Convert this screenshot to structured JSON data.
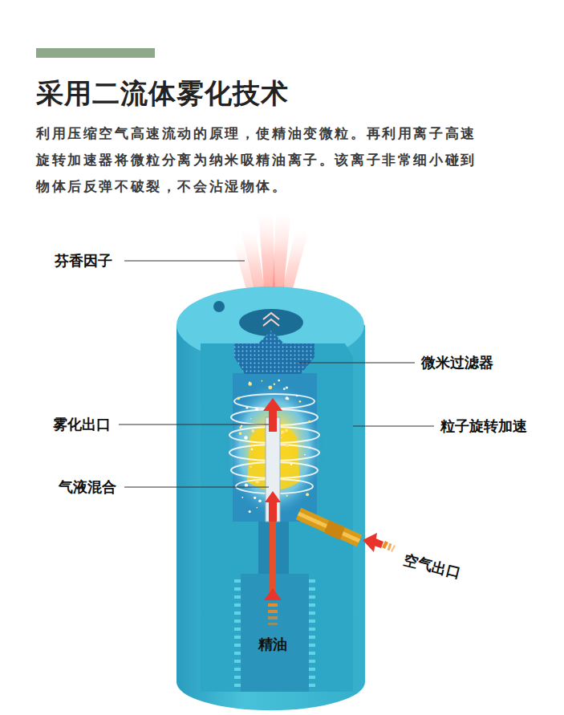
{
  "diagram": {
    "title": "采用二流体雾化技术",
    "labels": [
      "利用压缩空气高速流动的原理，使精油变微粒。再利用离子高速 旋转加速器将微粒分离为纳米吸精油离子。该离子非常细小碰到 物体后反弹不破裂，不会沾湿物体。",
      "芬香因子",
      "微米过滤器",
      "雾化出口",
      "粒子旋转加速",
      "气液混合",
      "空气出口",
      "精油"
    ]
  }
}
